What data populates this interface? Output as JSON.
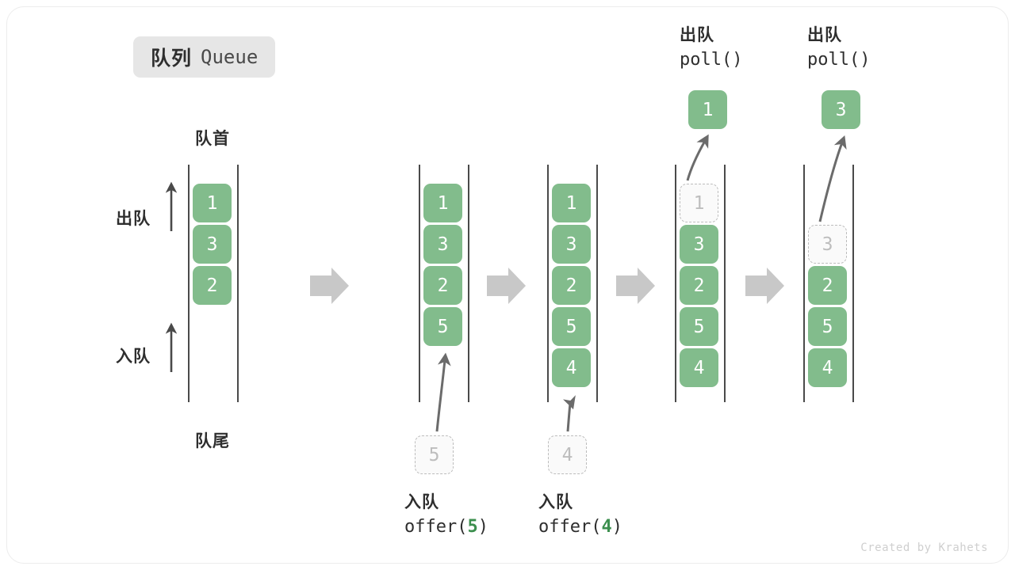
{
  "figure": {
    "title_cn": "队列",
    "title_en": "Queue",
    "watermark": "Created by Krahets",
    "accent_green": "#82bc8c",
    "ghost_gray": "#bdbdbd",
    "line_gray": "#4a4a4a",
    "arrow_gray": "#c8c8c8",
    "chip_bg": "#e6e6e6"
  },
  "labels": {
    "head": "队首",
    "tail": "队尾",
    "dequeue": "出队",
    "enqueue": "入队"
  },
  "stages": [
    {
      "id": "initial",
      "cells": [
        {
          "value": "1",
          "state": "filled"
        },
        {
          "value": "3",
          "state": "filled"
        },
        {
          "value": "2",
          "state": "filled"
        }
      ]
    },
    {
      "id": "after-offer-5",
      "cells": [
        {
          "value": "1",
          "state": "filled"
        },
        {
          "value": "3",
          "state": "filled"
        },
        {
          "value": "2",
          "state": "filled"
        },
        {
          "value": "5",
          "state": "filled"
        }
      ],
      "incoming": {
        "value": "5",
        "state": "ghost"
      },
      "caption_cn": "入队",
      "caption_code_prefix": "offer(",
      "caption_code_arg": "5",
      "caption_code_suffix": ")"
    },
    {
      "id": "after-offer-4",
      "cells": [
        {
          "value": "1",
          "state": "filled"
        },
        {
          "value": "3",
          "state": "filled"
        },
        {
          "value": "2",
          "state": "filled"
        },
        {
          "value": "5",
          "state": "filled"
        },
        {
          "value": "4",
          "state": "filled"
        }
      ],
      "incoming": {
        "value": "4",
        "state": "ghost"
      },
      "caption_cn": "入队",
      "caption_code_prefix": "offer(",
      "caption_code_arg": "4",
      "caption_code_suffix": ")"
    },
    {
      "id": "after-poll-1",
      "cells": [
        {
          "value": "1",
          "state": "ghost"
        },
        {
          "value": "3",
          "state": "filled"
        },
        {
          "value": "2",
          "state": "filled"
        },
        {
          "value": "5",
          "state": "filled"
        },
        {
          "value": "4",
          "state": "filled"
        }
      ],
      "outgoing": {
        "value": "1",
        "state": "filled"
      },
      "caption_cn": "出队",
      "caption_code": "poll()"
    },
    {
      "id": "after-poll-3",
      "cells": [
        {
          "value": "",
          "state": "empty"
        },
        {
          "value": "3",
          "state": "ghost"
        },
        {
          "value": "2",
          "state": "filled"
        },
        {
          "value": "5",
          "state": "filled"
        },
        {
          "value": "4",
          "state": "filled"
        }
      ],
      "outgoing": {
        "value": "3",
        "state": "filled"
      },
      "caption_cn": "出队",
      "caption_code": "poll()"
    }
  ]
}
